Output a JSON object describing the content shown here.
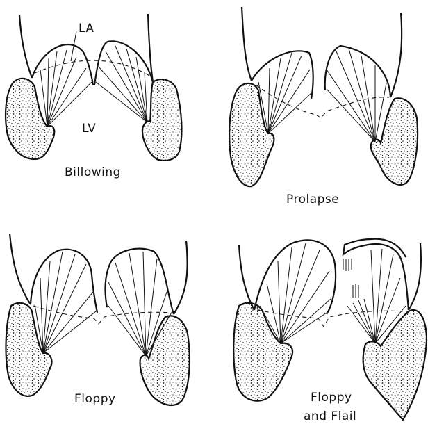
{
  "panels": [
    {
      "id": "billowing",
      "label": "Billowing",
      "annotations": [
        "LA",
        "LV"
      ]
    },
    {
      "id": "prolapse",
      "label": "Prolapse"
    },
    {
      "id": "floppy",
      "label": "Floppy"
    },
    {
      "id": "floppy-flail",
      "label_line1": "Floppy",
      "label_line2": "and Flail"
    }
  ]
}
